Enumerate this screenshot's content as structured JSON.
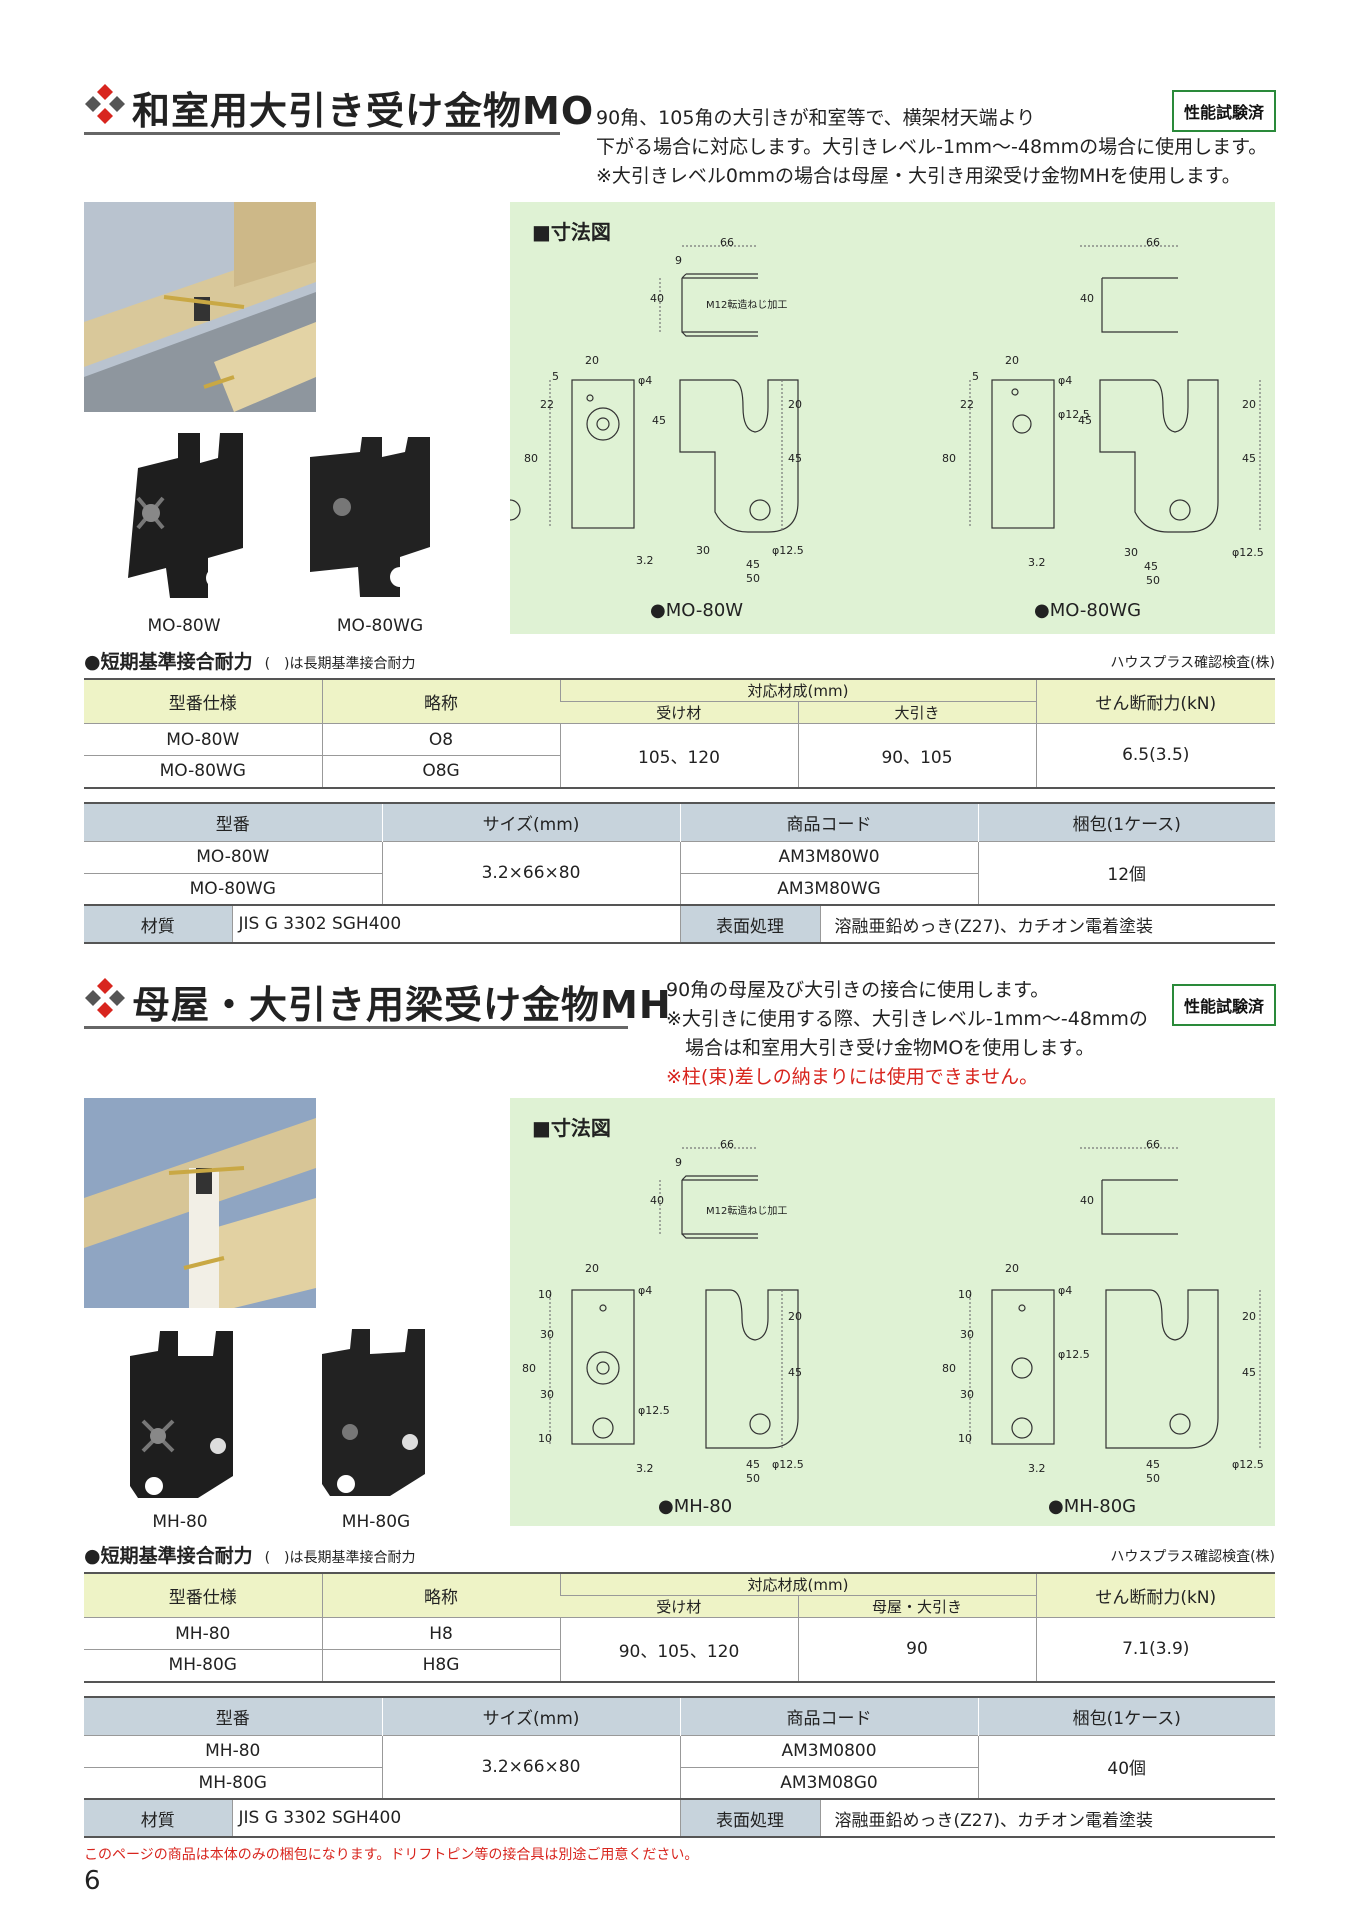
{
  "badge_label": "性能試験済",
  "page_number": "6",
  "footer_note": "このページの商品は本体のみの梱包になります。ドリフトピン等の接合具は別途ご用意ください。",
  "colors": {
    "accent_red": "#d8251e",
    "green_box": "#dff2d4",
    "table1_head": "#eef3c6",
    "table2_head": "#c7d3dc"
  },
  "mo": {
    "title": "和室用大引き受け金物MO",
    "desc_lines": [
      "90角、105角の大引きが和室等で、横架材天端より",
      "下がる場合に対応します。大引きレベル-1mm〜-48mmの場合に使用します。",
      "※大引きレベル0mmの場合は母屋・大引き用梁受け金物MHを使用します。"
    ],
    "dim_title": "■寸法図",
    "products": [
      "MO-80W",
      "MO-80WG"
    ],
    "diagram_labels": [
      "●MO-80W",
      "●MO-80WG"
    ],
    "dims": {
      "w66": "66",
      "d9": "9",
      "h40": "40",
      "thread": "M12転造ねじ加工",
      "d20": "20",
      "d5": "5",
      "d22": "22",
      "phi4": "φ4",
      "d80": "80",
      "d45": "45",
      "d30": "30",
      "d50": "50",
      "phi125": "φ12.5",
      "t32": "3.2"
    },
    "strength_label": "●短期基準接合耐力",
    "strength_note": "(　)は長期基準接合耐力",
    "source": "ハウスプラス確認検査(株)",
    "table1": {
      "h_model": "型番仕様",
      "h_abbr": "略称",
      "h_timber": "対応材成(mm)",
      "h_recv": "受け材",
      "h_beam": "大引き",
      "h_shear": "せん断耐力(kN)",
      "rows": [
        {
          "model": "MO-80W",
          "abbr": "O8"
        },
        {
          "model": "MO-80WG",
          "abbr": "O8G"
        }
      ],
      "recv": "105、120",
      "beam": "90、105",
      "shear": "6.5(3.5)"
    },
    "table2": {
      "h_model": "型番",
      "h_size": "サイズ(mm)",
      "h_code": "商品コード",
      "h_pack": "梱包(1ケース)",
      "rows": [
        {
          "model": "MO-80W",
          "code": "AM3M80W0"
        },
        {
          "model": "MO-80WG",
          "code": "AM3M80WG"
        }
      ],
      "size": "3.2×66×80",
      "pack": "12個",
      "mat_label": "材質",
      "mat_value": "JIS G 3302 SGH400",
      "surf_label": "表面処理",
      "surf_value": "溶融亜鉛めっき(Z27)、カチオン電着塗装"
    }
  },
  "mh": {
    "title": "母屋・大引き用梁受け金物MH",
    "desc_lines": [
      "90角の母屋及び大引きの接合に使用します。",
      "※大引きに使用する際、大引きレベル-1mm〜-48mmの",
      "　場合は和室用大引き受け金物MOを使用します。"
    ],
    "desc_red": "※柱(束)差しの納まりには使用できません。",
    "dim_title": "■寸法図",
    "products": [
      "MH-80",
      "MH-80G"
    ],
    "diagram_labels": [
      "●MH-80",
      "●MH-80G"
    ],
    "dims": {
      "w66": "66",
      "d9": "9",
      "h40": "40",
      "thread": "M12転造ねじ加工",
      "d20": "20",
      "d10": "10",
      "d30": "30",
      "phi4": "φ4",
      "d80": "80",
      "d45": "45",
      "d50": "50",
      "phi125": "φ12.5",
      "t32": "3.2"
    },
    "strength_label": "●短期基準接合耐力",
    "strength_note": "(　)は長期基準接合耐力",
    "source": "ハウスプラス確認検査(株)",
    "table1": {
      "h_model": "型番仕様",
      "h_abbr": "略称",
      "h_timber": "対応材成(mm)",
      "h_recv": "受け材",
      "h_beam": "母屋・大引き",
      "h_shear": "せん断耐力(kN)",
      "rows": [
        {
          "model": "MH-80",
          "abbr": "H8"
        },
        {
          "model": "MH-80G",
          "abbr": "H8G"
        }
      ],
      "recv": "90、105、120",
      "beam": "90",
      "shear": "7.1(3.9)"
    },
    "table2": {
      "h_model": "型番",
      "h_size": "サイズ(mm)",
      "h_code": "商品コード",
      "h_pack": "梱包(1ケース)",
      "rows": [
        {
          "model": "MH-80",
          "code": "AM3M0800"
        },
        {
          "model": "MH-80G",
          "code": "AM3M08G0"
        }
      ],
      "size": "3.2×66×80",
      "pack": "40個",
      "mat_label": "材質",
      "mat_value": "JIS G 3302 SGH400",
      "surf_label": "表面処理",
      "surf_value": "溶融亜鉛めっき(Z27)、カチオン電着塗装"
    }
  }
}
